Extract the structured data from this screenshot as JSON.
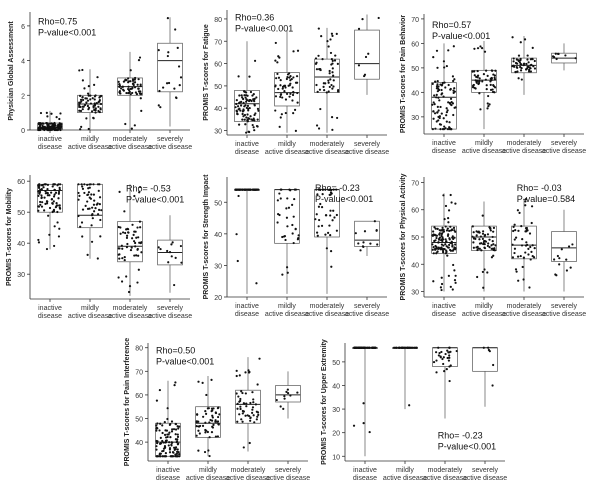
{
  "chart_data": [
    {
      "type": "box",
      "ylabel": "Physician Global Assessment",
      "categories": [
        "inactive disease",
        "mildly active disease",
        "moderately active disease",
        "severely active disease"
      ],
      "ylim": [
        0,
        6.8
      ],
      "yticks": [
        0,
        2,
        4,
        6
      ],
      "annotation": [
        "Rho=0.75",
        "P-value<0.001"
      ],
      "boxes": [
        {
          "min": 0,
          "q1": 0,
          "median": 0.1,
          "q3": 0.4,
          "max": 1.1
        },
        {
          "min": 0,
          "q1": 1.0,
          "median": 1.5,
          "q3": 2.0,
          "max": 3.5
        },
        {
          "min": 0,
          "q1": 2.0,
          "median": 2.5,
          "q3": 3.0,
          "max": 4.5
        },
        {
          "min": 0.2,
          "q1": 2.2,
          "median": 4.0,
          "q3": 5.0,
          "max": 6.5
        }
      ],
      "counts": [
        120,
        70,
        65,
        18
      ]
    },
    {
      "type": "box",
      "ylabel": "PROMIS T-scores for Fatigue",
      "categories": [
        "inactive disease",
        "mildly active disease",
        "moderately active disease",
        "severely active disease"
      ],
      "ylim": [
        28,
        84
      ],
      "yticks": [
        30,
        40,
        50,
        60,
        70,
        80
      ],
      "annotation": [
        "Rho=0.36",
        "P-value<0.001"
      ],
      "boxes": [
        {
          "min": 29,
          "q1": 34,
          "median": 42,
          "q3": 48,
          "max": 70
        },
        {
          "min": 29,
          "q1": 41,
          "median": 47,
          "q3": 56,
          "max": 75
        },
        {
          "min": 29,
          "q1": 47,
          "median": 54,
          "q3": 62,
          "max": 76
        },
        {
          "min": 46,
          "q1": 53,
          "median": 60,
          "q3": 75,
          "max": 82
        }
      ],
      "counts": [
        90,
        60,
        55,
        8
      ]
    },
    {
      "type": "box",
      "ylabel": "PROMIS T-scores for Pain Behavior",
      "categories": [
        "inactive disease",
        "mildly active disease",
        "moderately active disease",
        "severely active disease"
      ],
      "ylim": [
        23,
        72
      ],
      "yticks": [
        30,
        40,
        50,
        60,
        70
      ],
      "annotation": [
        "Rho=0.57",
        "P-value<0.001"
      ],
      "boxes": [
        {
          "min": 25,
          "q1": 25,
          "median": 38,
          "q3": 44,
          "max": 60
        },
        {
          "min": 25,
          "q1": 40,
          "median": 45,
          "q3": 49,
          "max": 61
        },
        {
          "min": 39,
          "q1": 48,
          "median": 51,
          "q3": 54,
          "max": 63
        },
        {
          "min": 49,
          "q1": 52,
          "median": 54,
          "q3": 56,
          "max": 60
        }
      ],
      "counts": [
        95,
        60,
        55,
        8
      ]
    },
    {
      "type": "box",
      "ylabel": "PROMIS T-scores for Mobility",
      "categories": [
        "inactive disease",
        "mildly active disease",
        "moderately active disease",
        "severely active disease"
      ],
      "ylim": [
        22,
        62
      ],
      "yticks": [
        30,
        40,
        50,
        60
      ],
      "annotation": [
        "Rho= -0.53",
        "P-value<0.001"
      ],
      "boxes": [
        {
          "min": 38,
          "q1": 50,
          "median": 57,
          "q3": 59,
          "max": 59
        },
        {
          "min": 35,
          "q1": 45,
          "median": 49,
          "q3": 59,
          "max": 59
        },
        {
          "min": 23,
          "q1": 34,
          "median": 39,
          "q3": 47,
          "max": 59
        },
        {
          "min": 24,
          "q1": 33,
          "median": 37,
          "q3": 41,
          "max": 49
        }
      ],
      "counts": [
        90,
        55,
        60,
        12
      ]
    },
    {
      "type": "box",
      "ylabel": "PROMIS T-scores for Strength Impact",
      "categories": [
        "inactive disease",
        "mildly active disease",
        "moderately active disease",
        "severely active disease"
      ],
      "ylim": [
        20,
        58
      ],
      "yticks": [
        20,
        30,
        40,
        50
      ],
      "annotation": [
        "Rho= -0.23",
        "P-value<0.001"
      ],
      "boxes": [
        {
          "min": 21,
          "q1": 54,
          "median": 54,
          "q3": 54,
          "max": 54
        },
        {
          "min": 21,
          "q1": 37,
          "median": 54,
          "q3": 54,
          "max": 54
        },
        {
          "min": 21,
          "q1": 39,
          "median": 54,
          "q3": 54,
          "max": 54
        },
        {
          "min": 33,
          "q1": 36,
          "median": 38,
          "q3": 44,
          "max": 44
        }
      ],
      "counts": [
        55,
        35,
        40,
        12
      ]
    },
    {
      "type": "box",
      "ylabel": "PROMIS T-scores for Physical Activity",
      "categories": [
        "inactive disease",
        "mildly active disease",
        "moderately active disease",
        "severely active disease"
      ],
      "ylim": [
        28,
        72
      ],
      "yticks": [
        30,
        40,
        50,
        60,
        70
      ],
      "annotation": [
        "Rho= -0.03",
        "P-value=0.584"
      ],
      "boxes": [
        {
          "min": 30,
          "q1": 44,
          "median": 48,
          "q3": 54,
          "max": 66
        },
        {
          "min": 30,
          "q1": 45,
          "median": 50,
          "q3": 54,
          "max": 63
        },
        {
          "min": 30,
          "q1": 42,
          "median": 47,
          "q3": 54,
          "max": 64
        },
        {
          "min": 30,
          "q1": 41,
          "median": 46,
          "q3": 52,
          "max": 60
        }
      ],
      "counts": [
        130,
        65,
        50,
        12
      ]
    },
    {
      "type": "box",
      "ylabel": "PROMIS T-scores for Pain Interference",
      "categories": [
        "inactive disease",
        "mildly active disease",
        "moderately active disease",
        "severely active disease"
      ],
      "ylim": [
        32,
        82
      ],
      "yticks": [
        40,
        50,
        60,
        70,
        80
      ],
      "annotation": [
        "Rho=0.50",
        "P-value<0.001"
      ],
      "boxes": [
        {
          "min": 34,
          "q1": 34,
          "median": 40,
          "q3": 48,
          "max": 66
        },
        {
          "min": 34,
          "q1": 42,
          "median": 48,
          "q3": 55,
          "max": 68
        },
        {
          "min": 36,
          "q1": 48,
          "median": 56,
          "q3": 62,
          "max": 76
        },
        {
          "min": 50,
          "q1": 57,
          "median": 60,
          "q3": 64,
          "max": 70
        }
      ],
      "counts": [
        110,
        60,
        55,
        10
      ]
    },
    {
      "type": "box",
      "ylabel": "PROMIS T-scores for Upper Extremity",
      "categories": [
        "inactive disease",
        "mildly active disease",
        "moderately active disease",
        "severely active disease"
      ],
      "ylim": [
        8,
        58
      ],
      "yticks": [
        10,
        20,
        30,
        40,
        50
      ],
      "annotation": [
        "Rho= -0.23",
        "P-value<0.001"
      ],
      "boxes": [
        {
          "min": 10,
          "q1": 56,
          "median": 56,
          "q3": 56,
          "max": 56
        },
        {
          "min": 30,
          "q1": 56,
          "median": 56,
          "q3": 56,
          "max": 56
        },
        {
          "min": 26,
          "q1": 48,
          "median": 56,
          "q3": 56,
          "max": 56
        },
        {
          "min": 31,
          "q1": 46,
          "median": 56,
          "q3": 56,
          "max": 56
        }
      ],
      "counts": [
        60,
        25,
        30,
        6
      ]
    }
  ]
}
